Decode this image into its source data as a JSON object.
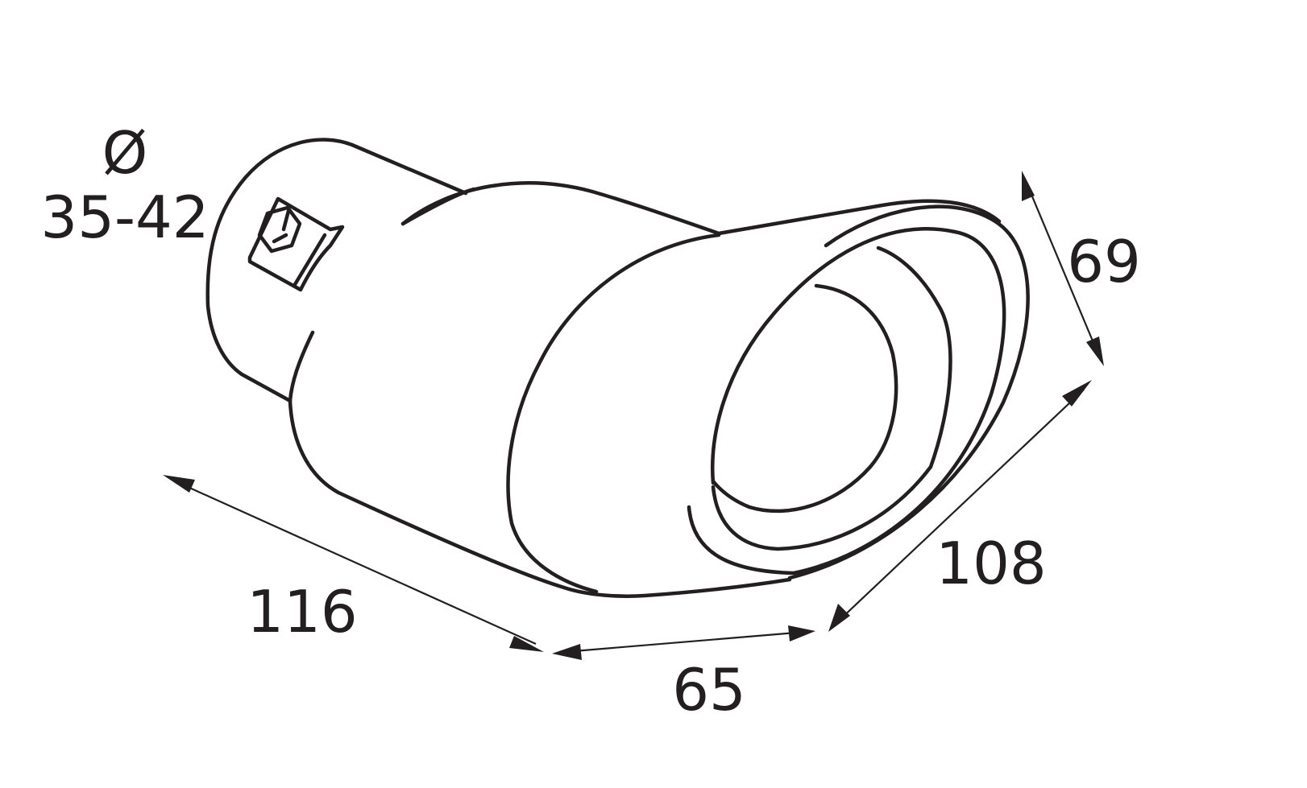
{
  "diagram": {
    "diameter_symbol": "Ø",
    "diameter_value": "35-42",
    "dimensions": {
      "length": "116",
      "tip_depth": "65",
      "outlet_width": "108",
      "outlet_height": "69"
    },
    "colors": {
      "line": "#231f20",
      "background": "#ffffff"
    }
  }
}
